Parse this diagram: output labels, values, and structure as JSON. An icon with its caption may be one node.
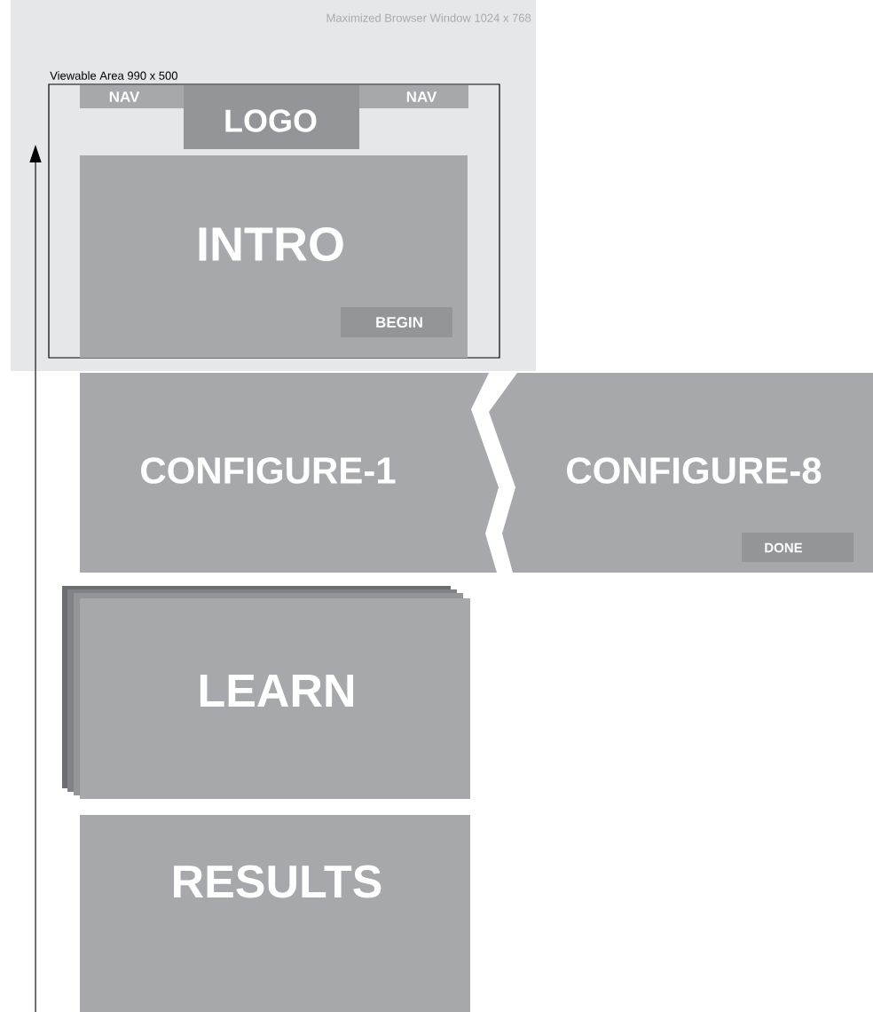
{
  "diagram": {
    "nodes": [
      {
        "text": [
          "Maximized Browser Window 1024 x 768"
        ]
      },
      {
        "text": [
          "Viewable Area 990 x 500"
        ],
        "in": 0
      },
      {
        "text": [
          "NAV"
        ],
        "in": 1
      },
      {
        "text": [
          "LOGO"
        ],
        "in": 1
      },
      {
        "text": [
          "NAV"
        ],
        "in": 1
      },
      {
        "text": [
          "INTRO"
        ],
        "in": 1
      },
      {
        "text": [
          "BEGIN"
        ],
        "in": 5
      },
      {
        "text": [
          "CONFIGURE-1"
        ]
      },
      {
        "text": [
          "CONFIGURE-8"
        ]
      },
      {
        "text": [
          "DONE"
        ],
        "in": 8
      },
      {
        "text": [
          "LEARN"
        ]
      },
      {
        "text": [
          "RESULTS"
        ]
      }
    ]
  }
}
